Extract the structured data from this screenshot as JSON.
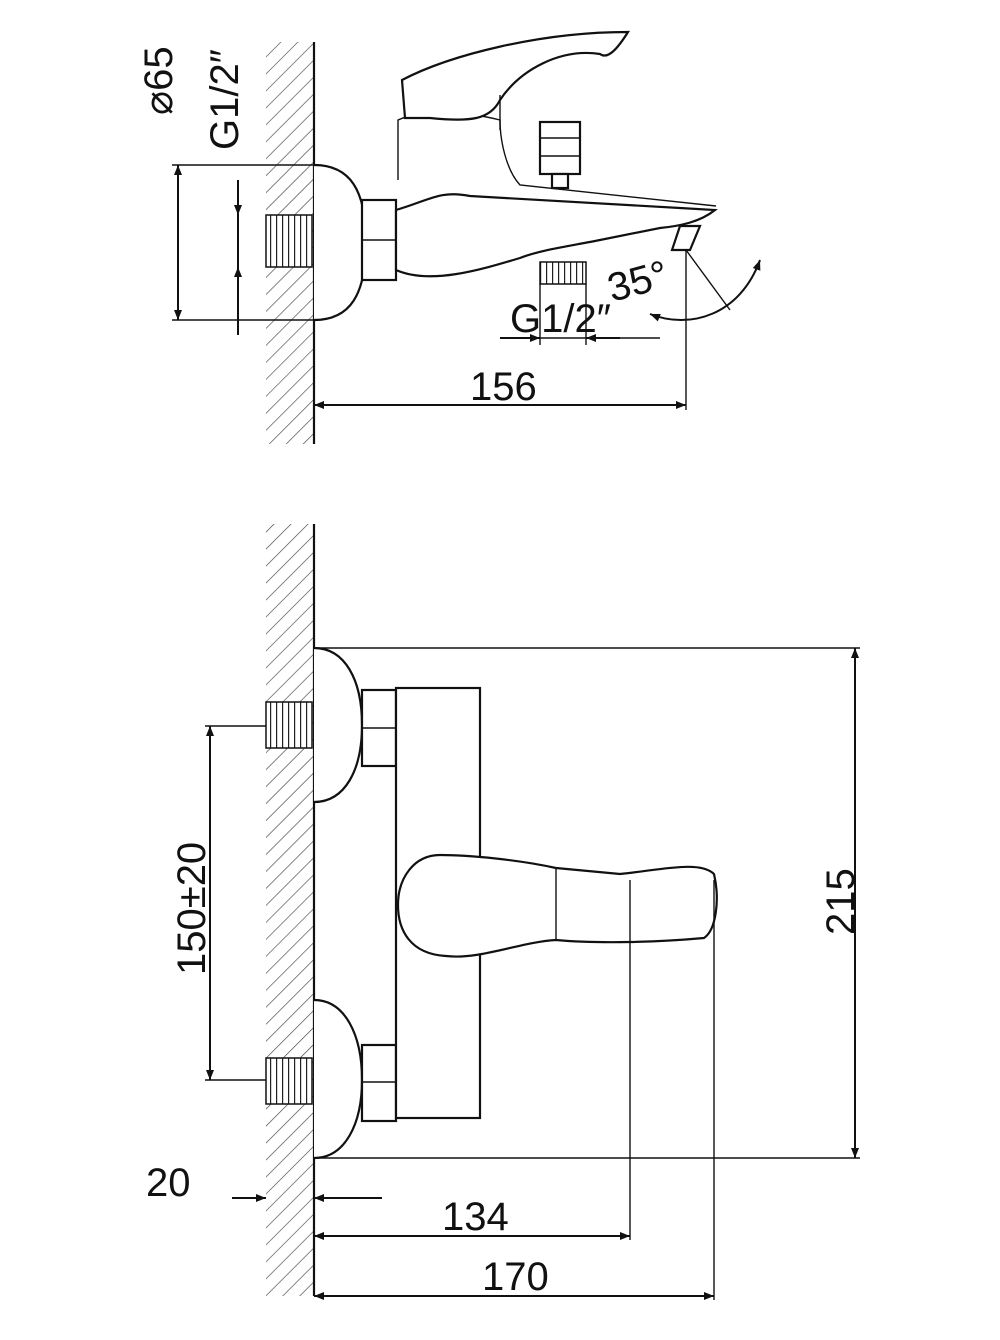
{
  "side_view": {
    "labels": {
      "diameter": "⌀65",
      "inlet_thread": "G1/2″",
      "outlet_thread": "G1/2″",
      "spout_angle": "35°",
      "projection": "156"
    }
  },
  "front_view": {
    "labels": {
      "center_distance": "150±20",
      "height": "215",
      "wall_offset": "20",
      "spout_reach": "134",
      "total_depth": "170"
    }
  },
  "colors": {
    "line": "#111111",
    "background": "#ffffff"
  }
}
